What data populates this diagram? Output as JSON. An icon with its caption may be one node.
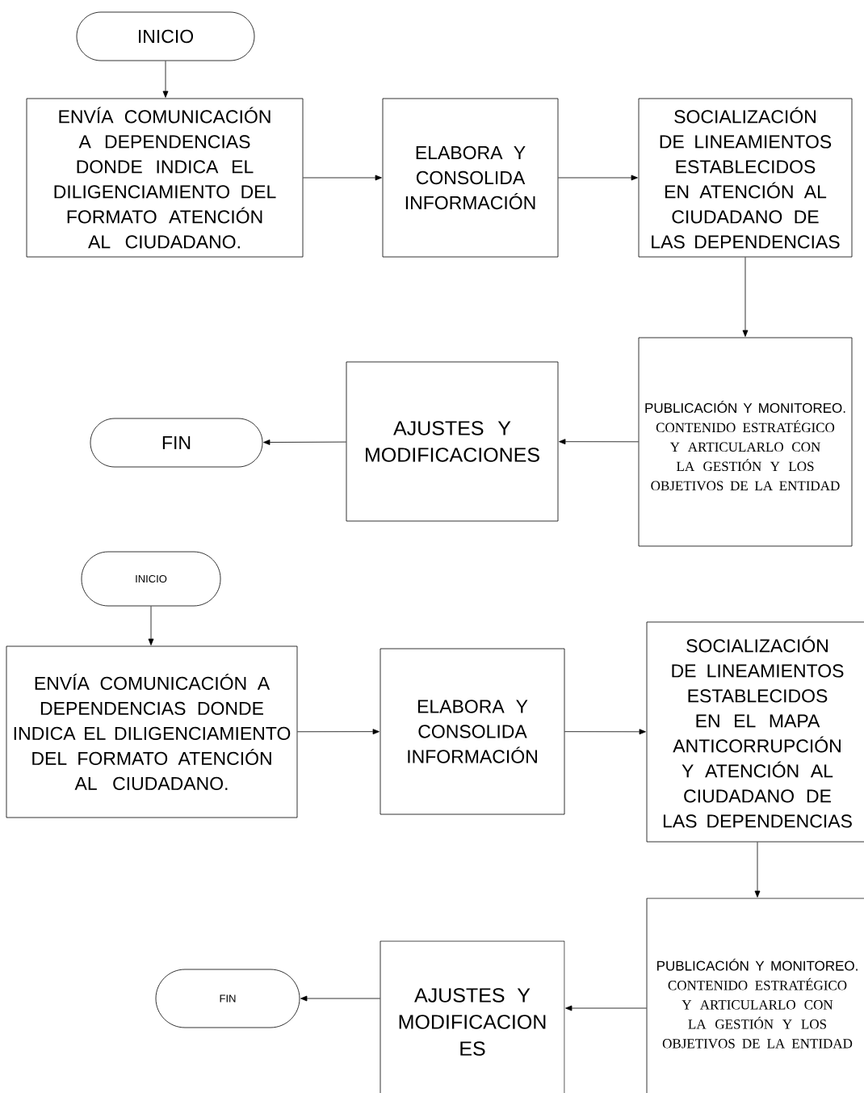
{
  "diagram": {
    "nodes": [
      {
        "text": [
          "INICIO"
        ]
      },
      {
        "text": [
          "ENVÍA COMUNICACIÓN A DEPENDENCIAS DONDE INDICA EL DILIGENCIAMIENTO DEL FORMATO  ATENCIÓN AL CIUDADANO."
        ]
      },
      {
        "text": [
          "ELABORA Y CONSOLIDA INFORMACIÓN"
        ]
      },
      {
        "text": [
          "SOCIALIZACIÓN DE LINEAMIENTOS ESTABLECIDOS EN ATENCIÓN AL CIUDADANO DE LAS DEPENDENCIAS"
        ]
      },
      {
        "text": [
          "PUBLICACIÓN Y MONITOREO.",
          "CONTENIDO ESTRATÉGICO Y ARTICULARLO CON LA GESTIÓN Y LOS OBJETIVOS DE LA ENTIDAD"
        ]
      },
      {
        "text": [
          "AJUSTES Y MODIFICACIONES"
        ]
      },
      {
        "text": [
          "FIN"
        ]
      },
      {
        "text": [
          "INICIO"
        ]
      },
      {
        "text": [
          "ENVÍA COMUNICACIÓN A DEPENDENCIAS DONDE INDICA EL DILIGENCIAMIENTO DEL FORMATO  ATENCIÓN AL CIUDADANO."
        ]
      },
      {
        "text": [
          "ELABORA Y CONSOLIDA INFORMACIÓN"
        ]
      },
      {
        "text": [
          "SOCIALIZACIÓN DE LINEAMIENTOS ESTABLECIDOS EN EL MAPA ANTICORRUPCIÓN Y ATENCIÓN AL CIUDADANO DE LAS DEPENDENCIAS"
        ]
      },
      {
        "text": [
          "PUBLICACIÓN Y MONITOREO.",
          "CONTENIDO ESTRATÉGICO Y ARTICULARLO CON LA GESTIÓN Y LOS OBJETIVOS DE LA ENTIDAD"
        ]
      },
      {
        "text": [
          "AJUSTES Y MODIFICACION ES"
        ]
      },
      {
        "text": [
          "FIN"
        ]
      }
    ],
    "edges": [
      {
        "from": 0,
        "to": 1,
        "arrow": "to"
      },
      {
        "from": 1,
        "to": 2,
        "arrow": "to"
      },
      {
        "from": 2,
        "to": 3,
        "arrow": "to"
      },
      {
        "from": 3,
        "to": 4,
        "arrow": "to"
      },
      {
        "from": 4,
        "to": 5,
        "arrow": "to"
      },
      {
        "from": 5,
        "to": 6,
        "arrow": "to"
      },
      {
        "from": 7,
        "to": 8,
        "arrow": "to"
      },
      {
        "from": 8,
        "to": 9,
        "arrow": "to"
      },
      {
        "from": 9,
        "to": 10,
        "arrow": "to"
      },
      {
        "from": 10,
        "to": 11,
        "arrow": "to"
      },
      {
        "from": 11,
        "to": 12,
        "arrow": "to"
      },
      {
        "from": 12,
        "to": 13,
        "arrow": "to"
      }
    ]
  }
}
